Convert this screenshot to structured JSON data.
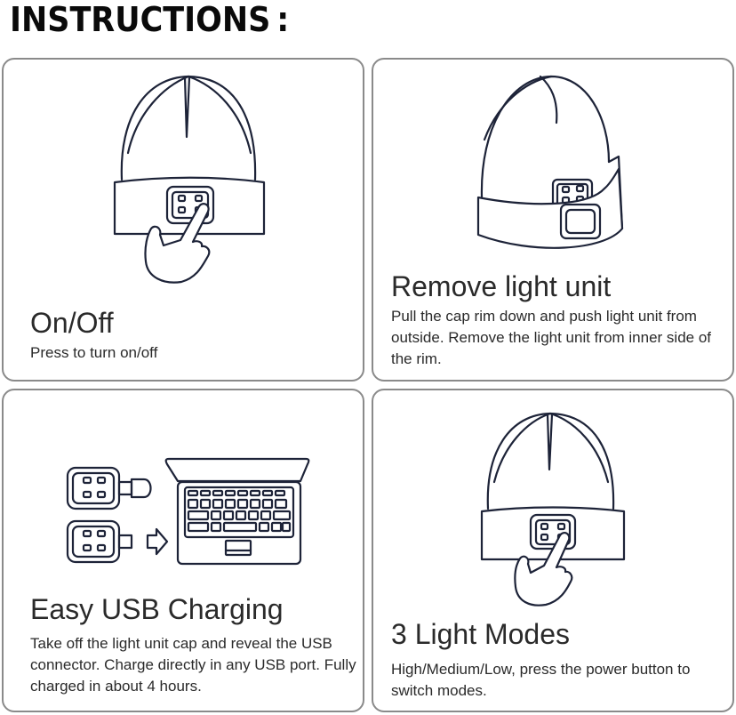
{
  "header": {
    "title": "INSTRUCTIONS :"
  },
  "cards": [
    {
      "title": "On/Off",
      "description": "Press to turn on/off",
      "illustration": "beanie-front-finger-press-icon"
    },
    {
      "title": "Remove light unit",
      "description": "Pull the cap rim down and push light unit from outside. Remove the light unit from inner side of the rim.",
      "illustration": "beanie-side-light-unit-icon"
    },
    {
      "title": "Easy USB Charging",
      "description": "Take off the light unit cap and reveal the USB connector. Charge directly in any USB port. Fully charged in about 4 hours.",
      "illustration": "usb-light-unit-laptop-icon"
    },
    {
      "title": "3 Light Modes",
      "description": "High/Medium/Low, press the power button to switch modes.",
      "illustration": "beanie-front-finger-press-icon"
    }
  ],
  "colors": {
    "border": "#8a8a8a",
    "line_art": "#1d2338",
    "text": "#2a2a2a",
    "title": "#0a0a0a"
  }
}
